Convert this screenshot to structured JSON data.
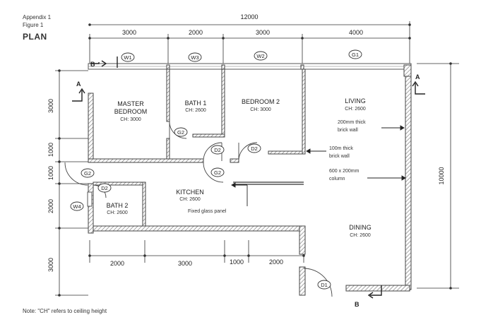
{
  "header": {
    "line1": "Appendix 1",
    "line2": "Figure 1",
    "title": "PLAN"
  },
  "note": "Note: \"CH\" refers to ceiling height",
  "dimensions": {
    "overall_top": "12000",
    "top": [
      "3000",
      "2000",
      "3000",
      "4000"
    ],
    "right": "10000",
    "left": [
      "3000",
      "1000",
      "1000",
      "2000",
      "3000"
    ],
    "bottom": [
      "2000",
      "3000",
      "1000",
      "2000"
    ]
  },
  "rooms": {
    "master_1": "MASTER",
    "master_2": "BEDROOM",
    "master_ch": "CH: 3000",
    "bath1": "BATH 1",
    "bath1_ch": "CH: 2600",
    "bed2": "BEDROOM 2",
    "bed2_ch": "CH: 3000",
    "living": "LIVING",
    "living_ch": "CH: 2600",
    "kitchen": "KITCHEN",
    "kitchen_ch": "CH: 2600",
    "bath2": "BATH 2",
    "bath2_ch": "CH: 2600",
    "dining": "DINING",
    "dining_ch": "CH: 2600"
  },
  "annotations": {
    "brick200_1": "200mm thick",
    "brick200_2": "brick wall",
    "brick100_1": "100m thick",
    "brick100_2": "brick wall",
    "column_1": "600 x 200mm",
    "column_2": "column",
    "glass": "Fixed glass panel"
  },
  "tags": {
    "w1": "W1",
    "w2": "W2",
    "w3": "W3",
    "w4": "W4",
    "g1": "G1",
    "g2a": "G2",
    "g2b": "G2",
    "g2c": "G2",
    "d2a": "D2",
    "d2b": "D2",
    "d2c": "D2",
    "d1": "D1"
  },
  "sections": {
    "a_left": "A",
    "a_right": "A",
    "b_top": "B",
    "b_bottom": "B"
  }
}
